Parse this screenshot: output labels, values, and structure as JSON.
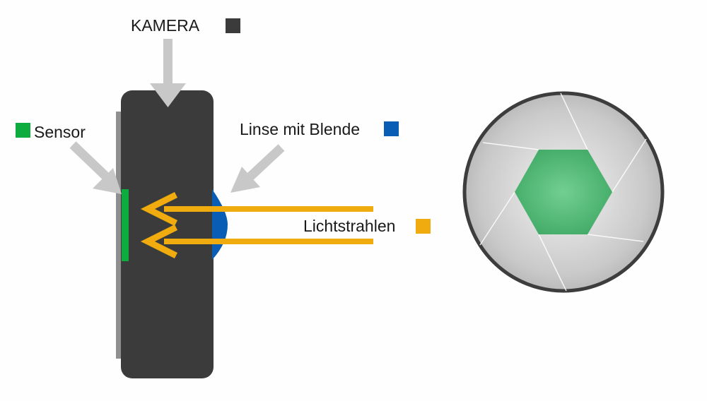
{
  "labels": {
    "kamera": "KAMERA",
    "sensor": "Sensor",
    "linse": "Linse mit Blende",
    "licht": "Lichtstrahlen"
  },
  "colors": {
    "camera_body": "#3b3b3b",
    "sensor": "#0eac3f",
    "lens": "#0a5db5",
    "light": "#f0ac0f",
    "pointer_arrow": "#c8c8c8",
    "aperture_opening": "#4cb46e"
  },
  "icons": {
    "aperture": "aperture-blades-icon",
    "camera": "camera-body-shape"
  }
}
